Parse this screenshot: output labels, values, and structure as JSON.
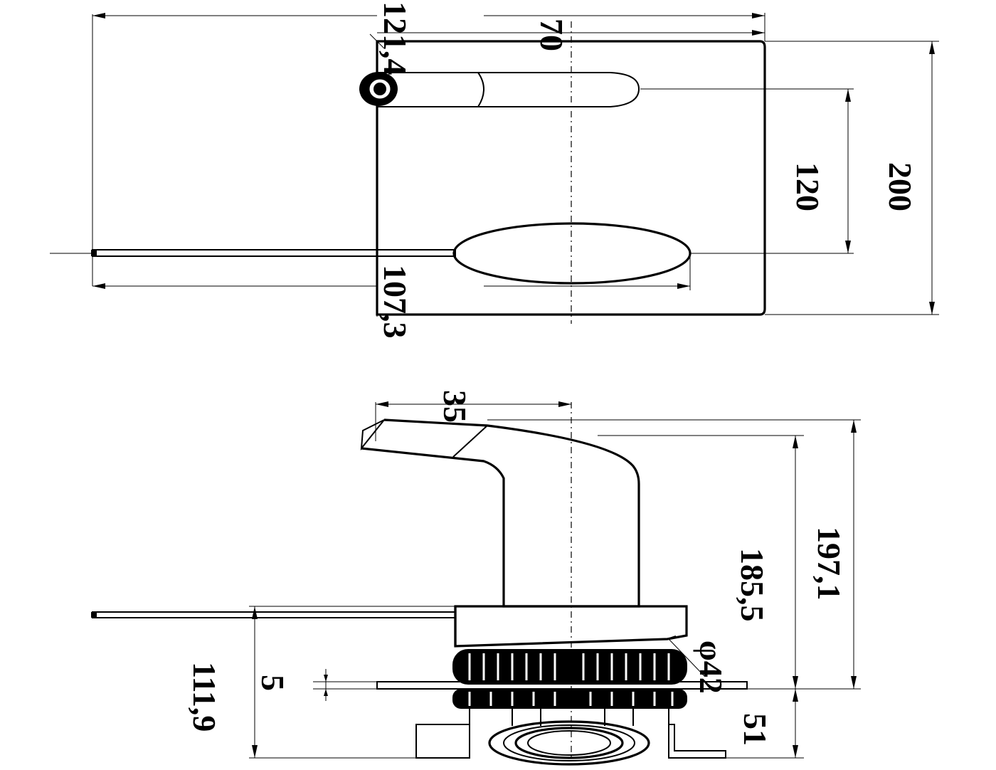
{
  "dimensions": {
    "top_view": {
      "width_overall": "121,4",
      "body_width": "70",
      "spout_pitch": "120",
      "height": "200",
      "handle_width": "107,3"
    },
    "side_view": {
      "spout_reach": "35",
      "height_overall": "197,1",
      "height_spout": "185,5",
      "base_diameter": "φ42",
      "base_height": "51",
      "handle_reach": "111,9",
      "plate_thickness": "5"
    }
  }
}
